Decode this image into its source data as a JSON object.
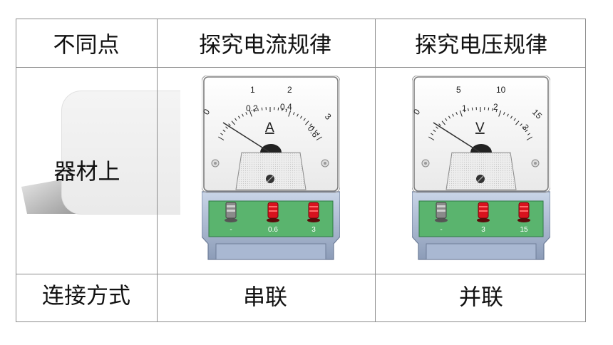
{
  "table": {
    "header": [
      "不同点",
      "探究电流规律",
      "探究电压规律"
    ],
    "row_equipment": {
      "label": "器材上"
    },
    "row_connection": {
      "label": "连接方式",
      "values": [
        "串联",
        "并联"
      ]
    }
  },
  "ammeter": {
    "scale_top": [
      "1",
      "2",
      "3"
    ],
    "scale_bottom": [
      "0.2",
      "0.4",
      "0.6"
    ],
    "zero": "0",
    "unit": "A",
    "terminals": [
      "-",
      "0.6",
      "3"
    ]
  },
  "voltmeter": {
    "scale_top": [
      "5",
      "10",
      "15"
    ],
    "scale_bottom": [
      "1",
      "2",
      "3"
    ],
    "zero": "0",
    "unit": "V",
    "terminals": [
      "-",
      "3",
      "15"
    ]
  },
  "colors": {
    "terminal_red": "#d8121e",
    "terminal_metal": "#8a8a8a",
    "panel_green": "#5ab46e",
    "base_blue": "#b8c8e0"
  }
}
